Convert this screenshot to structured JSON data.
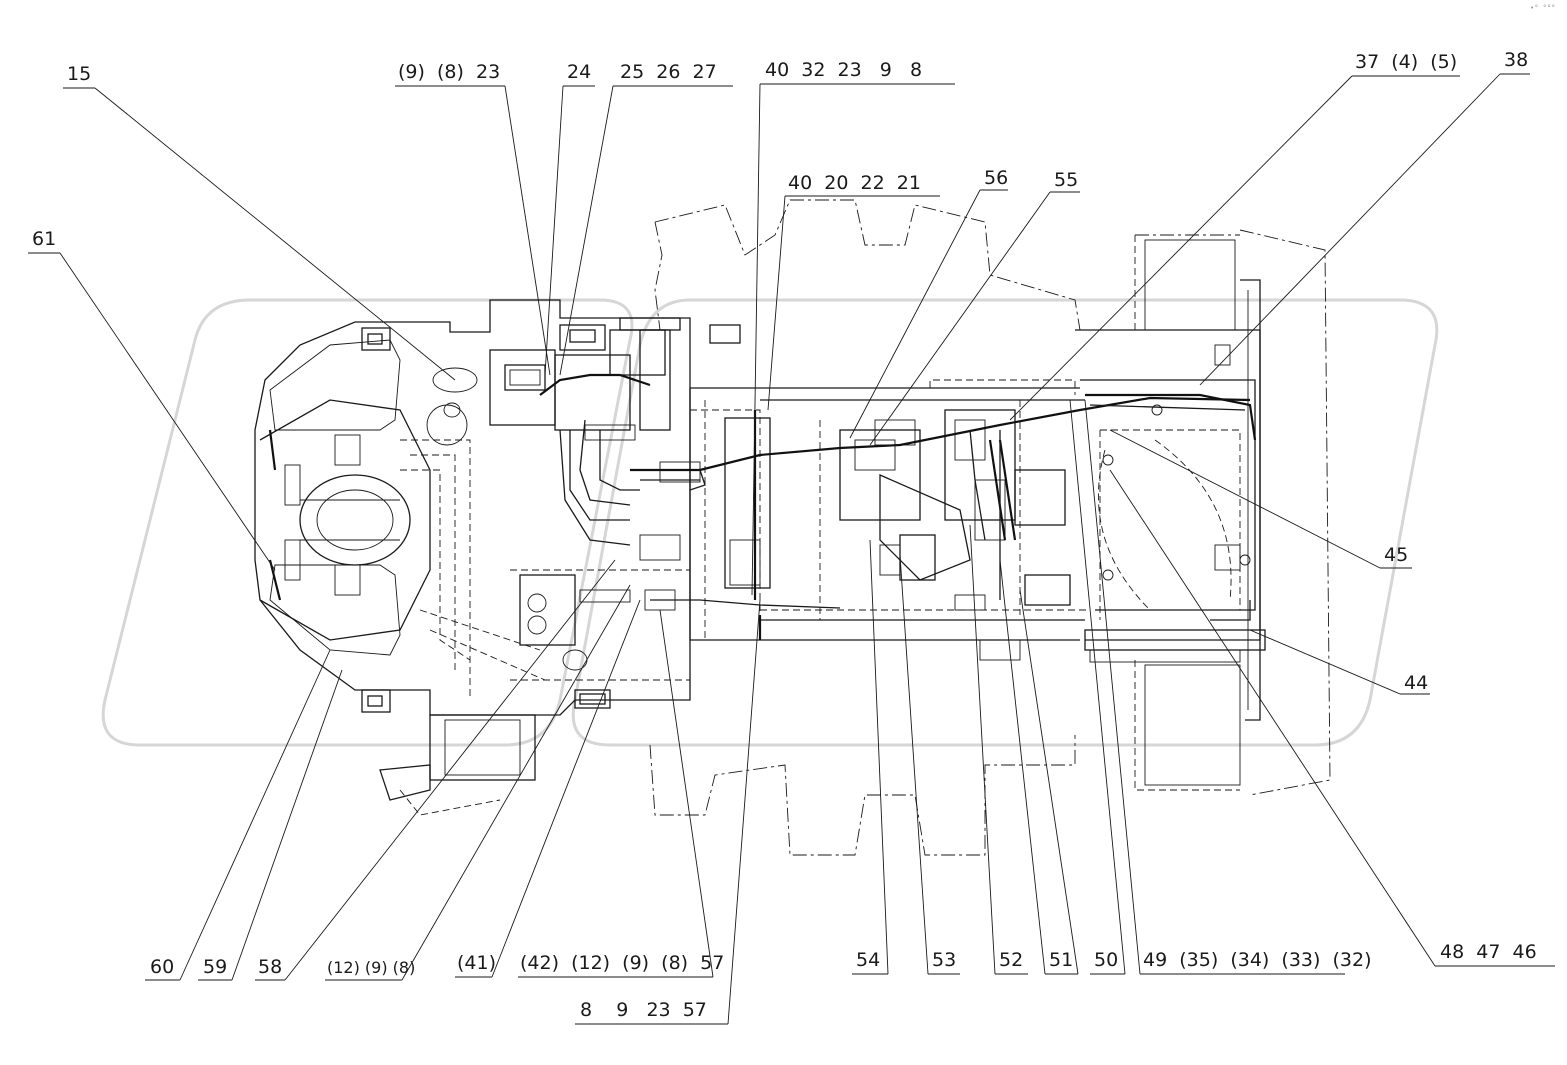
{
  "diagram": {
    "corner_mark": "•° °°°",
    "callouts_top": [
      {
        "id": "c-15",
        "text": "15"
      },
      {
        "id": "c-61",
        "text": "61"
      },
      {
        "id": "c-9-8-23",
        "text": "(9)  (8)  23"
      },
      {
        "id": "c-24",
        "text": "24"
      },
      {
        "id": "c-25-26-27",
        "text": "25  26  27"
      },
      {
        "id": "c-40-32-23-9-8",
        "text": "40  32  23   9   8"
      },
      {
        "id": "c-40-20-22-21",
        "text": "40  20  22  21"
      },
      {
        "id": "c-56",
        "text": "56"
      },
      {
        "id": "c-55",
        "text": "55"
      },
      {
        "id": "c-37-4-5",
        "text": "37  (4)  (5)"
      },
      {
        "id": "c-38",
        "text": "38"
      }
    ],
    "callouts_right": [
      {
        "id": "c-45",
        "text": "45"
      },
      {
        "id": "c-44",
        "text": "44"
      }
    ],
    "callouts_bottom": [
      {
        "id": "c-60",
        "text": "60"
      },
      {
        "id": "c-59",
        "text": "59"
      },
      {
        "id": "c-58",
        "text": "58"
      },
      {
        "id": "c-12-9-8",
        "text": "(12) (9) (8)"
      },
      {
        "id": "c-41",
        "text": "(41)"
      },
      {
        "id": "c-42-12-9-8-57",
        "text": "(42)  (12)  (9)  (8)  57"
      },
      {
        "id": "c-8-9-23-57",
        "text": "8    9   23  57"
      },
      {
        "id": "c-54",
        "text": "54"
      },
      {
        "id": "c-53",
        "text": "53"
      },
      {
        "id": "c-52",
        "text": "52"
      },
      {
        "id": "c-51",
        "text": "51"
      },
      {
        "id": "c-50",
        "text": "50"
      },
      {
        "id": "c-49-35-34-33-32",
        "text": "49  (35)  (34)  (33)  (32)"
      },
      {
        "id": "c-48-47-46",
        "text": "48  47  46"
      }
    ]
  }
}
